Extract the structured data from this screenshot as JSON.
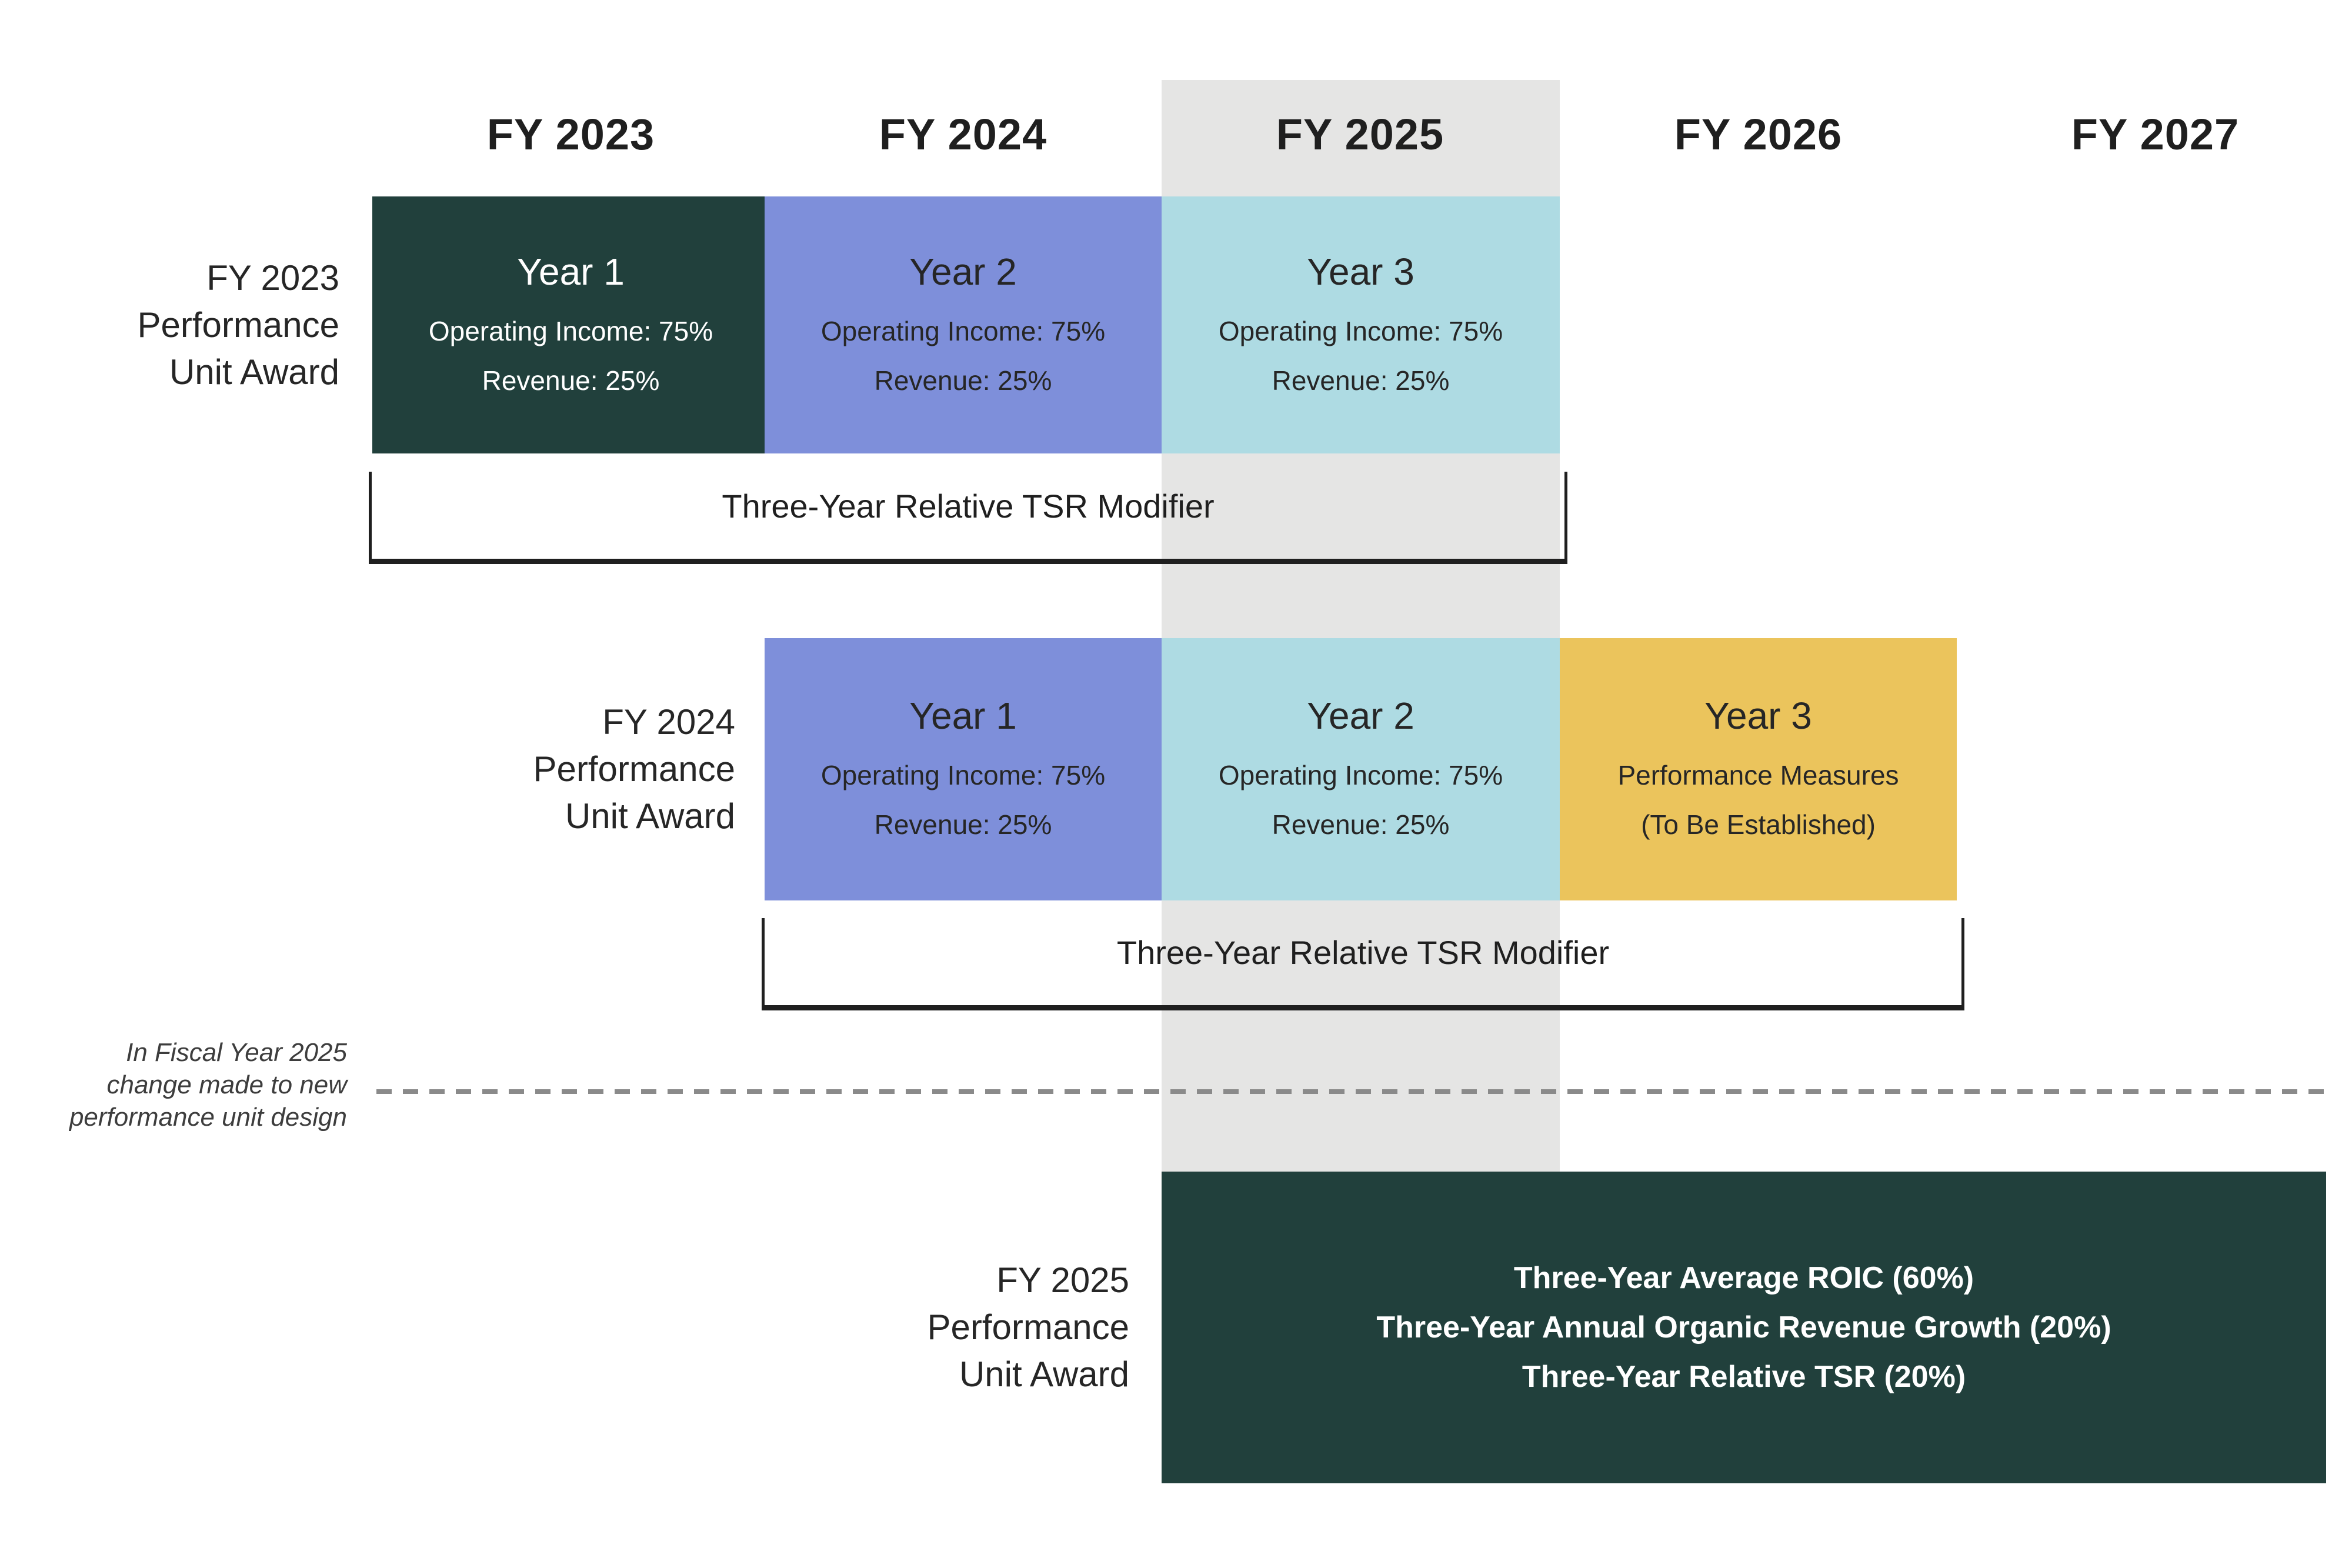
{
  "colors": {
    "dark_green": "#21403C",
    "periwinkle": "#7E8FDA",
    "light_blue": "#AEDBE3",
    "yellow": "#EBC45C",
    "column_highlight_gray": "#E5E5E4",
    "text_dark": "#262626",
    "text_light": "#FFFFFF",
    "dash_gray": "#8A8A8A"
  },
  "timeline_header": {
    "fy2023": "FY 2023",
    "fy2024": "FY 2024",
    "fy2025": "FY 2025",
    "fy2026": "FY 2026",
    "fy2027": "FY 2027",
    "highlighted_year": "FY 2025"
  },
  "award_2023": {
    "label": {
      "line1": "FY 2023",
      "line2": "Performance",
      "line3": "Unit Award"
    },
    "year1": {
      "title": "Year 1",
      "metric1": "Operating Income: 75%",
      "metric2": "Revenue: 25%"
    },
    "year2": {
      "title": "Year 2",
      "metric1": "Operating Income: 75%",
      "metric2": "Revenue: 25%"
    },
    "year3": {
      "title": "Year 3",
      "metric1": "Operating Income: 75%",
      "metric2": "Revenue: 25%"
    },
    "tsr_modifier": "Three-Year Relative TSR Modifier"
  },
  "award_2024": {
    "label": {
      "line1": "FY 2024",
      "line2": "Performance",
      "line3": "Unit Award"
    },
    "year1": {
      "title": "Year 1",
      "metric1": "Operating Income: 75%",
      "metric2": "Revenue: 25%"
    },
    "year2": {
      "title": "Year 2",
      "metric1": "Operating Income: 75%",
      "metric2": "Revenue: 25%"
    },
    "year3": {
      "title": "Year 3",
      "metric1": "Performance Measures",
      "metric2": "(To Be Established)"
    },
    "tsr_modifier": "Three-Year Relative TSR Modifier"
  },
  "transition_note": {
    "line1": "In Fiscal Year 2025",
    "line2": "change made to new",
    "line3": "performance unit design"
  },
  "award_2025": {
    "label": {
      "line1": "FY 2025",
      "line2": "Performance",
      "line3": "Unit Award"
    },
    "measures": {
      "line1": "Three-Year Average ROIC (60%)",
      "line2": "Three-Year Annual Organic Revenue Growth (20%)",
      "line3": "Three-Year Relative TSR (20%)"
    }
  }
}
